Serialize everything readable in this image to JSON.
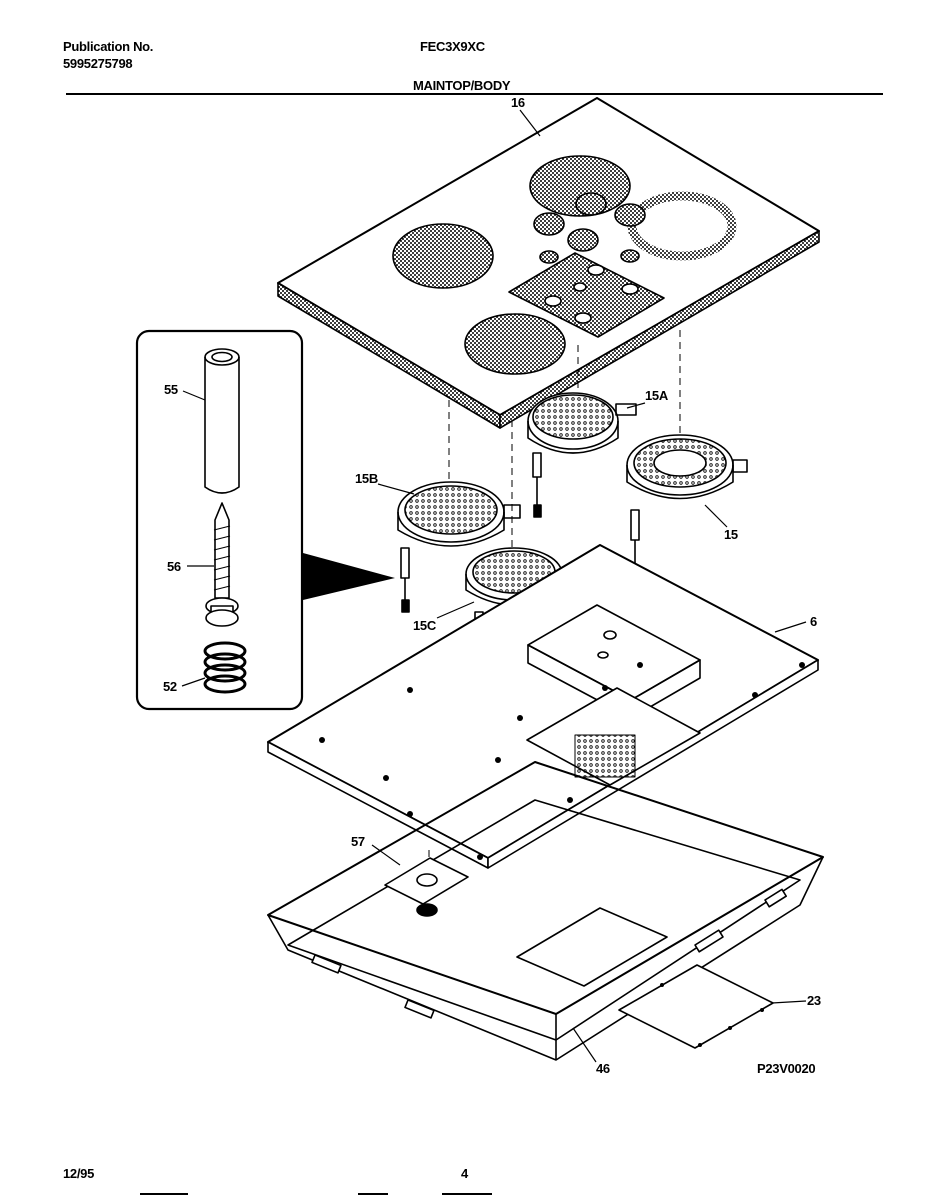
{
  "header": {
    "publication_label": "Publication No.",
    "publication_number": "5995275798",
    "model": "FEC3X9XC",
    "section_title": "MAINTOP/BODY"
  },
  "callouts": {
    "c16": "16",
    "c15A": "15A",
    "c15B": "15B",
    "c15": "15",
    "c15C": "15C",
    "c6": "6",
    "c55": "55",
    "c56": "56",
    "c52": "52",
    "c57": "57",
    "c23": "23",
    "c46": "46"
  },
  "diagram_code": "P23V0020",
  "footer": {
    "date": "12/95",
    "page": "4"
  }
}
